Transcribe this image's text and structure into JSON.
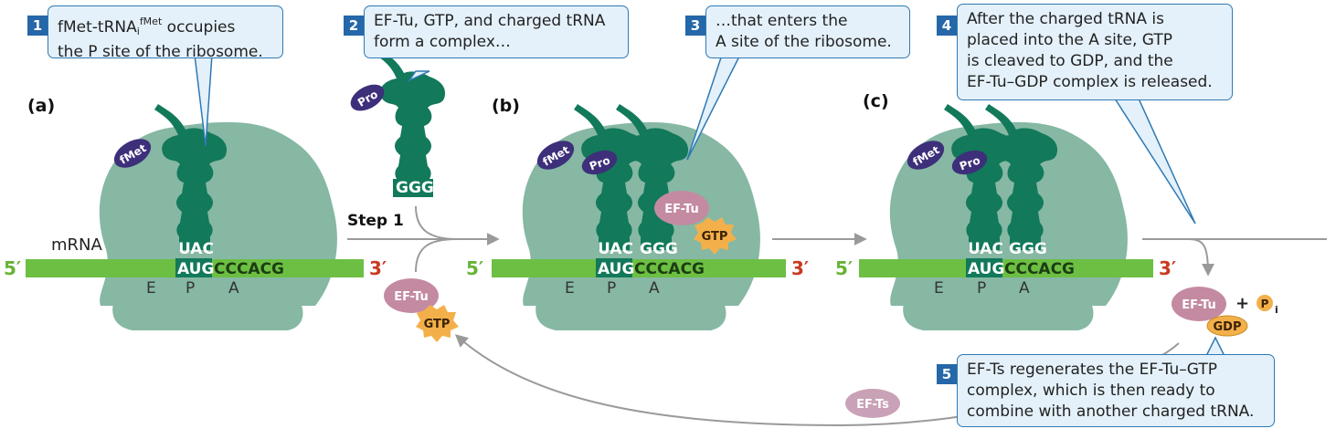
{
  "callouts": [
    {
      "number": "1",
      "line1_pre": "fMet-tRNA",
      "line1_sub": "i",
      "line1_sup": "fMet",
      "line1_post": " occupies",
      "line2": "the P site of the ribosome."
    },
    {
      "number": "2",
      "line1": "EF-Tu, GTP, and charged tRNA",
      "line2": "form a complex…"
    },
    {
      "number": "3",
      "line1": "…that enters the",
      "line2": "A site of the ribosome."
    },
    {
      "number": "4",
      "line1": "After the charged tRNA is",
      "line2": "placed into the A site, GTP",
      "line3": "is cleaved to GDP, and the",
      "line4": "EF-Tu–GDP complex is released."
    },
    {
      "number": "5",
      "line1": "EF-Ts regenerates the EF-Tu–GTP",
      "line2": "complex, which is then ready to",
      "line3": "combine with another charged tRNA."
    }
  ],
  "panels": {
    "a": "(a)",
    "b": "(b)",
    "c": "(c)"
  },
  "labels": {
    "mrna": "mRNA",
    "five_prime": "5′",
    "three_prime": "3′",
    "step1": "Step 1",
    "sites": [
      "E",
      "P",
      "A"
    ],
    "ef_tu": "EF-Tu",
    "gtp": "GTP",
    "gdp": "GDP",
    "ef_ts": "EF-Ts",
    "plus": "+",
    "pi_p": "P",
    "pi_i": "i",
    "fmet": "fMet",
    "pro": "Pro"
  },
  "codons": {
    "anticodon_p": "UAC",
    "anticodon_a": "GGG",
    "mrna_p": "AUG",
    "mrna_rest": "CCCACG"
  },
  "colors": {
    "ribosome": "#86b8a4",
    "trna": "#12795a",
    "mrna": "#6cbf43",
    "amino_acid": "#3d2f7a",
    "ef_tu": "#c48aa2",
    "gtp": "#f3b04a",
    "callout_border": "#2e79b4",
    "callout_fill": "#e4f1fa",
    "arrow": "#9a9a9a"
  }
}
